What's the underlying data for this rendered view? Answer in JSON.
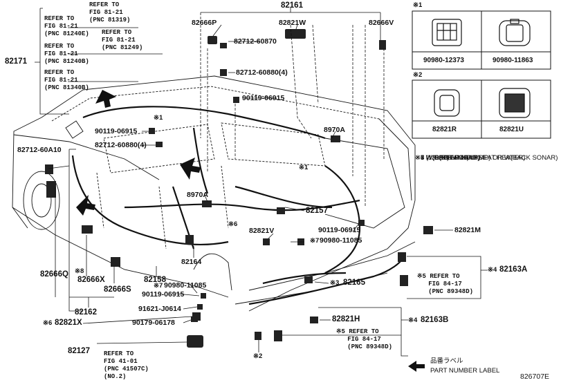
{
  "parts": {
    "p82161": "82161",
    "p82171": "82171",
    "p82666P": "82666P",
    "p82821W": "82821W",
    "p82666V": "82666V",
    "p82712_60870": "82712-60870",
    "p82712_60880_4": "82712-60880(4)",
    "p90119_06915_a": "90119-06915",
    "p90119_06915_b": "90119-06915",
    "p82712_60880_4b": "82712-60880(4)",
    "p8970A_a": "8970A",
    "p8970A_b": "8970A",
    "p82712_60A10": "82712-60A10",
    "p82157": "82157",
    "p90119_06915_c": "90119-06915",
    "p82821V": "82821V",
    "p90980_11085_a": "90980-11085",
    "p82821M": "82821M",
    "p82163A": "82163A",
    "p82164": "82164",
    "p82158": "82158",
    "p82165": "82165",
    "p90980_11085_b": "90980-11085",
    "p90119_06915_d": "90119-06915",
    "p91621_J0614": "91621-J0614",
    "p90179_06178": "90179-06178",
    "p82821H": "82821H",
    "p82163B": "82163B",
    "p82666Q": "82666Q",
    "p82666X": "82666X",
    "p82666S": "82666S",
    "p82162": "82162",
    "p82821X": "82821X",
    "p82127": "82127"
  },
  "marks": {
    "m1": "※1",
    "m2": "※2",
    "m3": "※3",
    "m4": "※4",
    "m5": "※5",
    "m6": "※6",
    "m7": "※7",
    "m8": "※8"
  },
  "refs": {
    "r81319": "REFER TO\nFIG 81-21\n(PNC 81319)",
    "r81240E": "REFER TO\nFIG 81-21\n(PNC 81240E)",
    "r81249": "REFER TO\nFIG 81-21\n(PNC 81249)",
    "r81240B": "REFER TO\nFIG 81-21\n(PNC 81240B)",
    "r81340B": "REFER TO\nFIG 81-21\n(PNC 81340B)",
    "r89348D_a": "※5 REFER TO\n   FIG 84-17\n   (PNC 89348D)",
    "r89348D_b": "※5 REFER TO\n   FIG 84-17\n   (PNC 89348D)",
    "r41507C": "REFER TO\nFIG 41-01\n(PNC 41507C)\n(NO.2)"
  },
  "boxes": {
    "b1_mark": "※1",
    "b1_left": "90980-12373",
    "b1_right": "90980-11863",
    "b2_mark": "※2",
    "b2_left": "82821R",
    "b2_right": "82821U"
  },
  "legend": {
    "l3": "※3 W(SUB TANK)",
    "l4": "※4 W(REAR FOG LAMP) OR W(BACK SONAR)",
    "l5": "※5 W(BACK SONAR)",
    "l6": "※6 W/O(STEP LAMP)",
    "l7": "※7 W/O(REAR NO.1 SEAT HEATER)",
    "l8": "※8 (1308-     )"
  },
  "footer": {
    "label_jp": "品番ラベル",
    "label_en": "PART NUMBER LABEL",
    "figure_code": "826707E"
  }
}
